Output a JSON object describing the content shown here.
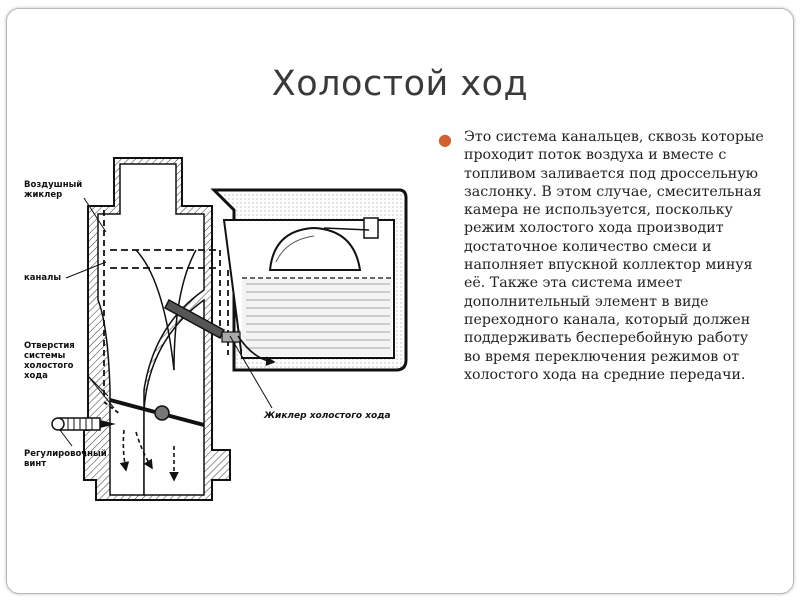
{
  "slide": {
    "title": "Холостой ход",
    "accent_color": "#d0612e",
    "bullets": [
      {
        "text": "Это система канальцев, сквозь которые проходит поток воздуха и вместе с топливом заливается под дроссельную заслонку. В этом случае, смесительная камера не используется, поскольку режим холостого хода производит достаточное количество смеси и наполняет впускной коллектор минуя её. Также эта система имеет дополнительный элемент в виде переходного канала, который должен поддерживать бесперебойную работу во время переключения режимов от холостого хода на средние передачи."
      }
    ]
  },
  "diagram": {
    "labels": {
      "air_jet_1": "Воздушный",
      "air_jet_2": "жиклер",
      "channels": "каналы",
      "holes_1": "Отверстия",
      "holes_2": "системы",
      "holes_3": "холостого",
      "holes_4": "хода",
      "screw_1": "Регулировочный",
      "screw_2": "винт",
      "idle_jet": "Жиклер холостого хода"
    }
  }
}
